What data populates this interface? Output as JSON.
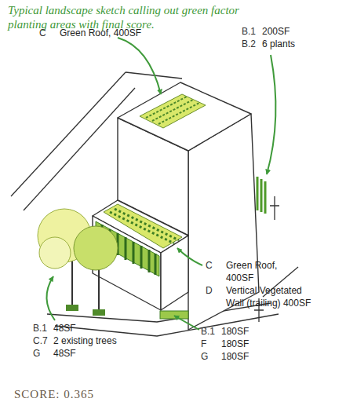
{
  "diagram": {
    "title": "Typical landscape sketch calling out green factor planting areas with final score.",
    "caption": "SCORE: 0.365",
    "labels": [
      "C",
      "Green Roof, 400SF",
      "B.1",
      "200SF",
      "B.2",
      "6 plants",
      "C",
      "Green Roof, 400SF",
      "D",
      "Vertical Vegetated Wall (trailing) 400SF",
      "B.1",
      "48SF",
      "C.7",
      "2 existing trees",
      "G",
      "48SF",
      "B.1",
      "180SF",
      "F",
      "180SF",
      "G",
      "180SF"
    ]
  }
}
